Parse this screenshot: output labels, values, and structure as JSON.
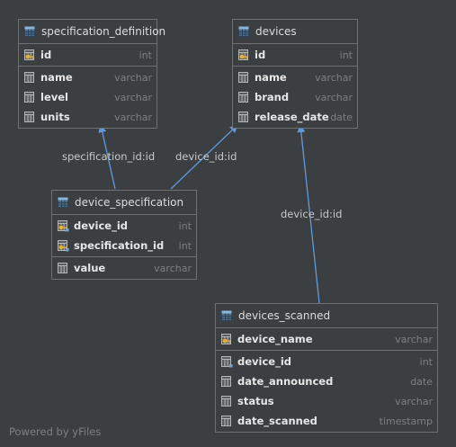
{
  "tables": {
    "specification_definition": {
      "name": "specification_definition",
      "columns": [
        {
          "name": "id",
          "type": "int",
          "kind": "pk"
        },
        {
          "name": "name",
          "type": "varchar",
          "kind": "col"
        },
        {
          "name": "level",
          "type": "varchar",
          "kind": "col"
        },
        {
          "name": "units",
          "type": "varchar",
          "kind": "col"
        }
      ]
    },
    "devices": {
      "name": "devices",
      "columns": [
        {
          "name": "id",
          "type": "int",
          "kind": "pk"
        },
        {
          "name": "name",
          "type": "varchar",
          "kind": "col"
        },
        {
          "name": "brand",
          "type": "varchar",
          "kind": "col"
        },
        {
          "name": "release_date",
          "type": "date",
          "kind": "col"
        }
      ]
    },
    "device_specification": {
      "name": "device_specification",
      "columns": [
        {
          "name": "device_id",
          "type": "int",
          "kind": "pkfk"
        },
        {
          "name": "specification_id",
          "type": "int",
          "kind": "pkfk"
        },
        {
          "name": "value",
          "type": "varchar",
          "kind": "col"
        }
      ]
    },
    "devices_scanned": {
      "name": "devices_scanned",
      "columns": [
        {
          "name": "device_name",
          "type": "varchar",
          "kind": "pk"
        },
        {
          "name": "device_id",
          "type": "int",
          "kind": "fk"
        },
        {
          "name": "date_announced",
          "type": "date",
          "kind": "col"
        },
        {
          "name": "status",
          "type": "varchar",
          "kind": "col"
        },
        {
          "name": "date_scanned",
          "type": "timestamp",
          "kind": "col"
        }
      ]
    }
  },
  "edges": {
    "spec_to_def": "specification_id:id",
    "spec_to_devices": "device_id:id",
    "scanned_to_devices": "device_id:id"
  },
  "footer": "Powered by yFiles",
  "icons": {
    "table": "table-icon",
    "column": "column-icon",
    "primary_key": "key-column-icon",
    "foreign_key": "foreign-key-column-icon"
  },
  "colors": {
    "background": "#3c3f41",
    "border": "#6e7072",
    "arrow": "#5f9bdc",
    "key": "#e0b24c",
    "fk_marker": "#6ea4d8"
  }
}
